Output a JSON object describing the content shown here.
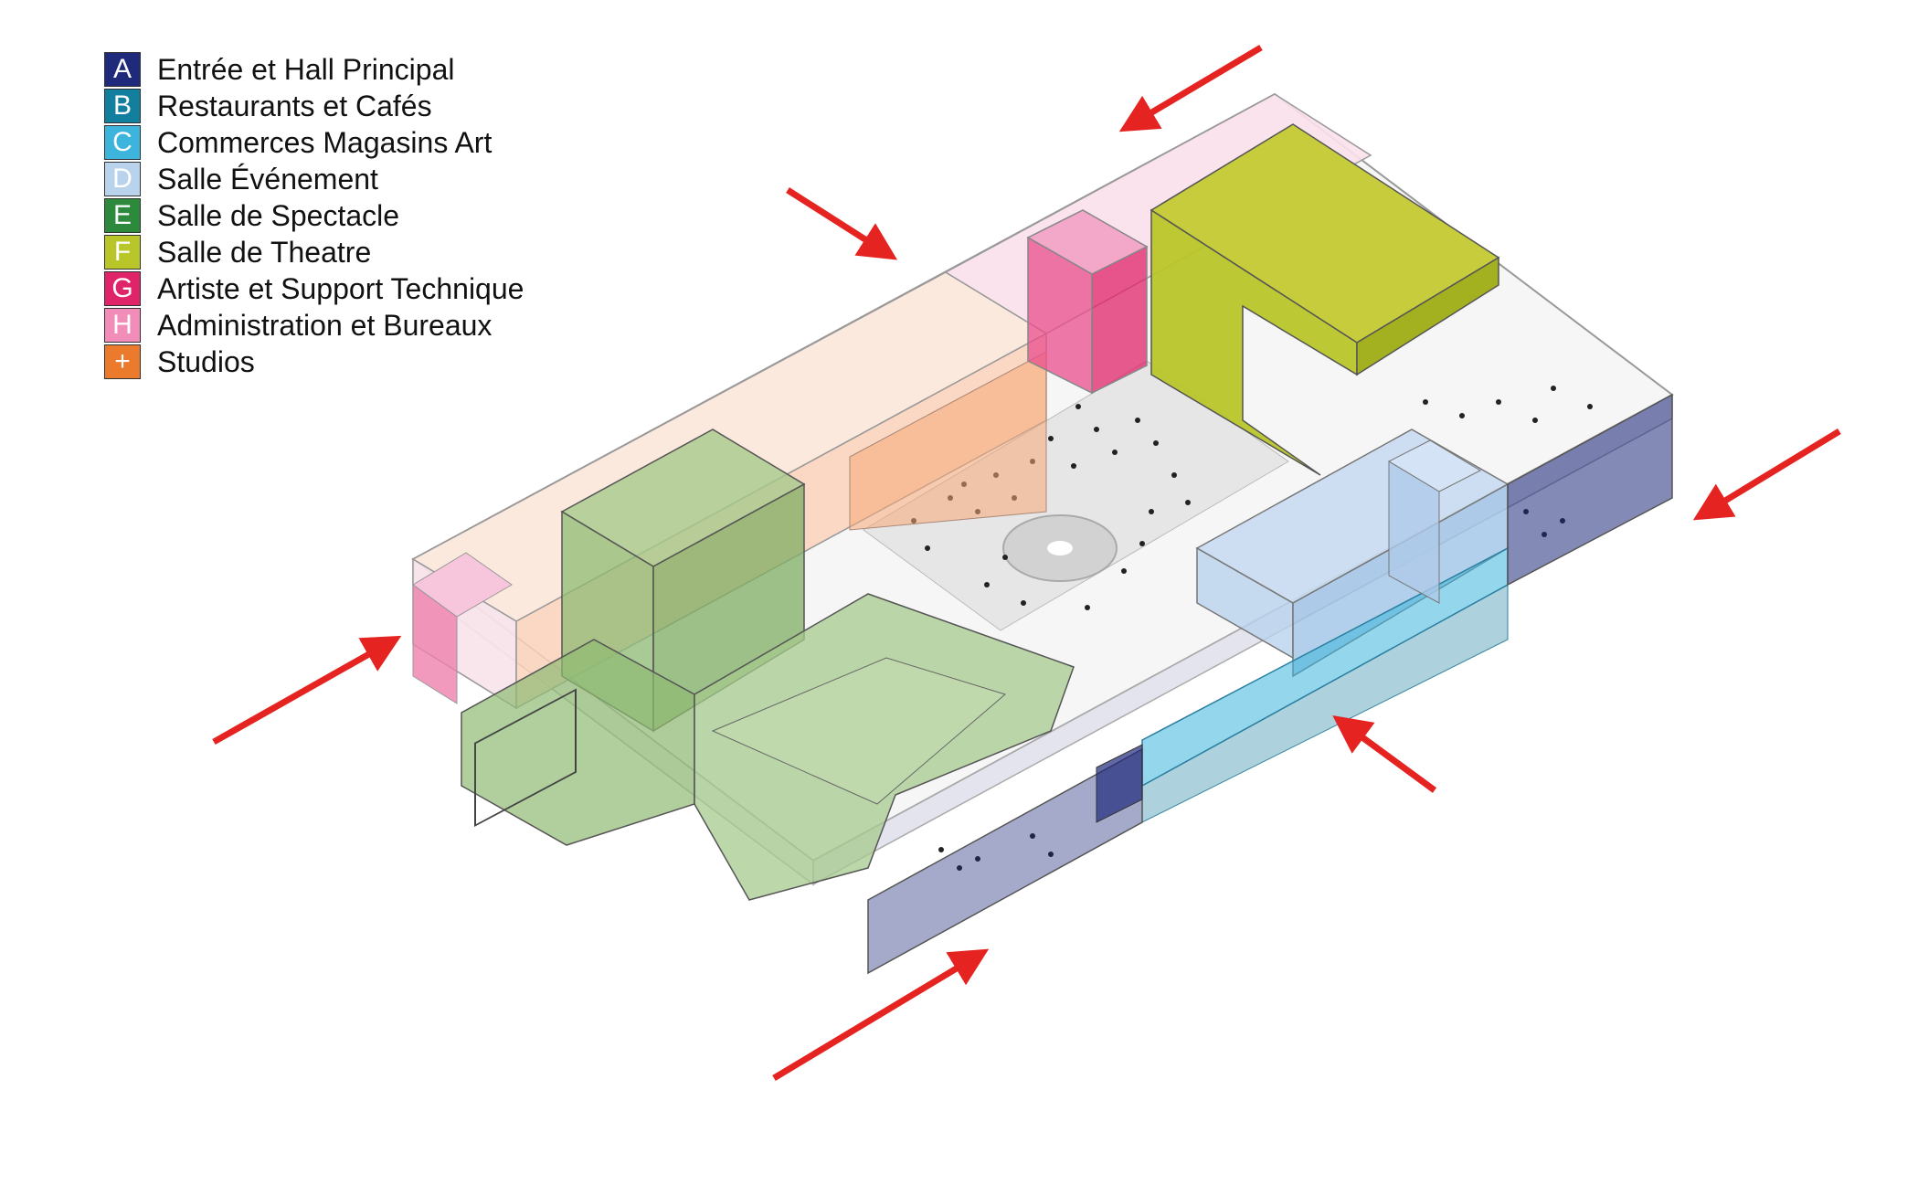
{
  "legend": {
    "items": [
      {
        "key": "A",
        "label": "Entrée et Hall Principal",
        "color": "#1f2a7a"
      },
      {
        "key": "B",
        "label": "Restaurants et Cafés",
        "color": "#137f9f"
      },
      {
        "key": "C",
        "label": "Commerces Magasins Art",
        "color": "#3cb4dc"
      },
      {
        "key": "D",
        "label": "Salle Événement",
        "color": "#b9d3ec"
      },
      {
        "key": "E",
        "label": "Salle de Spectacle",
        "color": "#2d8a3c"
      },
      {
        "key": "F",
        "label": "Salle de Theatre",
        "color": "#b9c629"
      },
      {
        "key": "G",
        "label": "Artiste et Support Technique",
        "color": "#e0246a"
      },
      {
        "key": "H",
        "label": "Administration et Bureaux",
        "color": "#f28db9"
      },
      {
        "key": "+",
        "label": "Studios",
        "color": "#ec7a2c"
      }
    ]
  },
  "colors": {
    "arrow": "#e52421",
    "outline": "#8a8a8a",
    "plaza": "#e6e6e6"
  }
}
